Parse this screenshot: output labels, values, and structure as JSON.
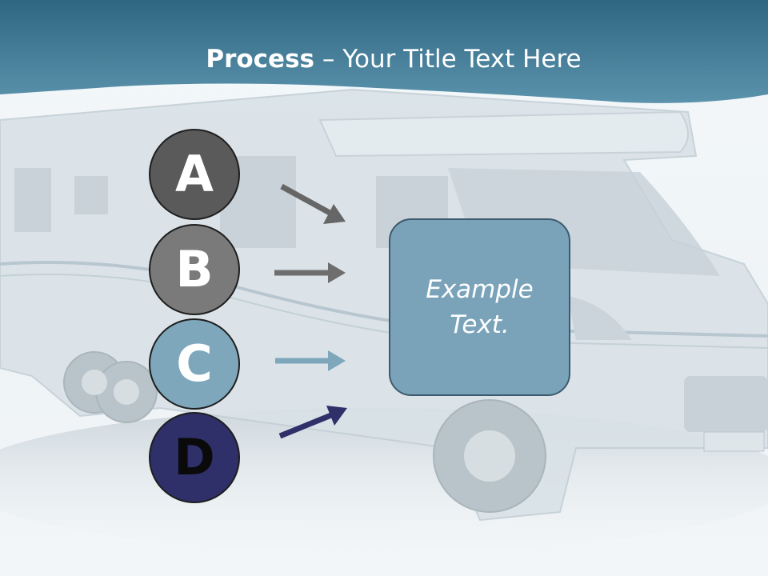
{
  "slide": {
    "title_bold": "Process",
    "title_rest": " – Your Title Text Here",
    "steps": [
      {
        "letter": "A",
        "color": "#5a5a5a",
        "arrow_color": "#666666"
      },
      {
        "letter": "B",
        "color": "#7a7a7a",
        "arrow_color": "#6e6e6e"
      },
      {
        "letter": "C",
        "color": "#7ea7bc",
        "arrow_color": "#7ea7bc"
      },
      {
        "letter": "D",
        "color": "#2f2f6a",
        "arrow_color": "#2f2f6a"
      }
    ],
    "box_text": "Example Text.",
    "header_color": "#4a7f9a",
    "box_color": "#7aa3ba"
  }
}
